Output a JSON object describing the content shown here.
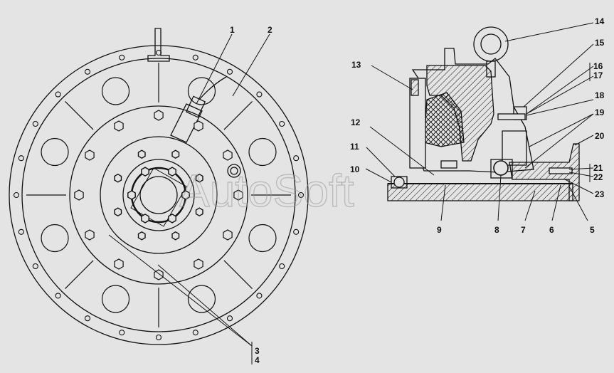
{
  "watermark": "AutoSoft",
  "left_view": {
    "callouts": [
      "1",
      "2",
      "3",
      "4"
    ]
  },
  "section_view": {
    "callouts": [
      "5",
      "6",
      "7",
      "8",
      "9",
      "10",
      "11",
      "12",
      "13",
      "14",
      "15",
      "16",
      "17",
      "18",
      "19",
      "20",
      "21",
      "22",
      "23"
    ]
  },
  "colors": {
    "background": "#e4e4e4",
    "line": "#111111",
    "watermark": "#9a9a9a"
  }
}
